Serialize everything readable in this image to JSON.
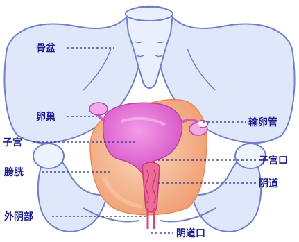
{
  "labels": {
    "pelvis": "骨盆",
    "ovary": "卵巢",
    "uterus": "子宫",
    "bladder": "膀胱",
    "vulva": "外阴部",
    "fallopian_tube": "输卵管",
    "cervix": "子宫口",
    "vagina": "阴道",
    "vaginal_opening": "阴道口"
  },
  "colors": {
    "bone_outline": "#6f7fc8",
    "bone_fill": "#dfe7fb",
    "uterus": "#e86ad8",
    "uterus_shadow": "#c44fb8",
    "bladder": "#f4b08a",
    "bladder_light": "#f8cfb0",
    "vagina": "#e0407a",
    "label_text": "#1d1d8c"
  }
}
